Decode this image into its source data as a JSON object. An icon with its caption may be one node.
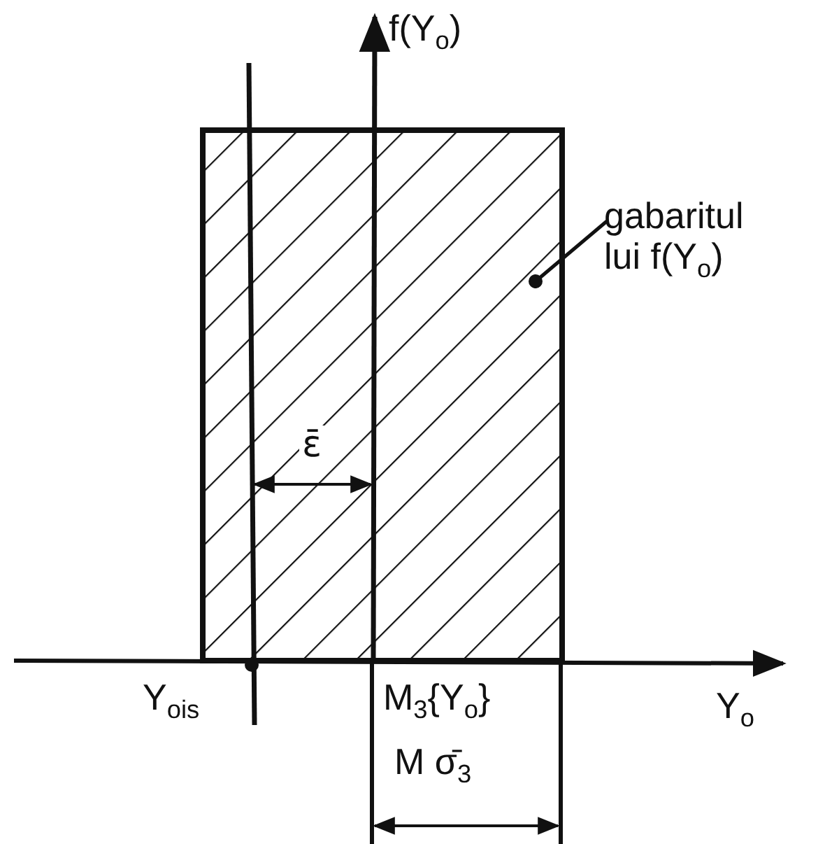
{
  "diagram": {
    "nodes": [
      {
        "text": [
          "gabaritul lui f(Y$_{o}$)"
        ]
      },
      {
        "text": [],
        "shape": "box"
      }
    ],
    "edges": [
      {
        "from": 0,
        "to": 1,
        "arrow": "other"
      }
    ],
    "labels": [
      "f(Y$_{o}$)",
      "ε̄",
      "Y$_{ois}$",
      "M$_{3}${Y$_{o}$}",
      "Y$_{o}$",
      "M σ̄$_{3}$"
    ]
  }
}
